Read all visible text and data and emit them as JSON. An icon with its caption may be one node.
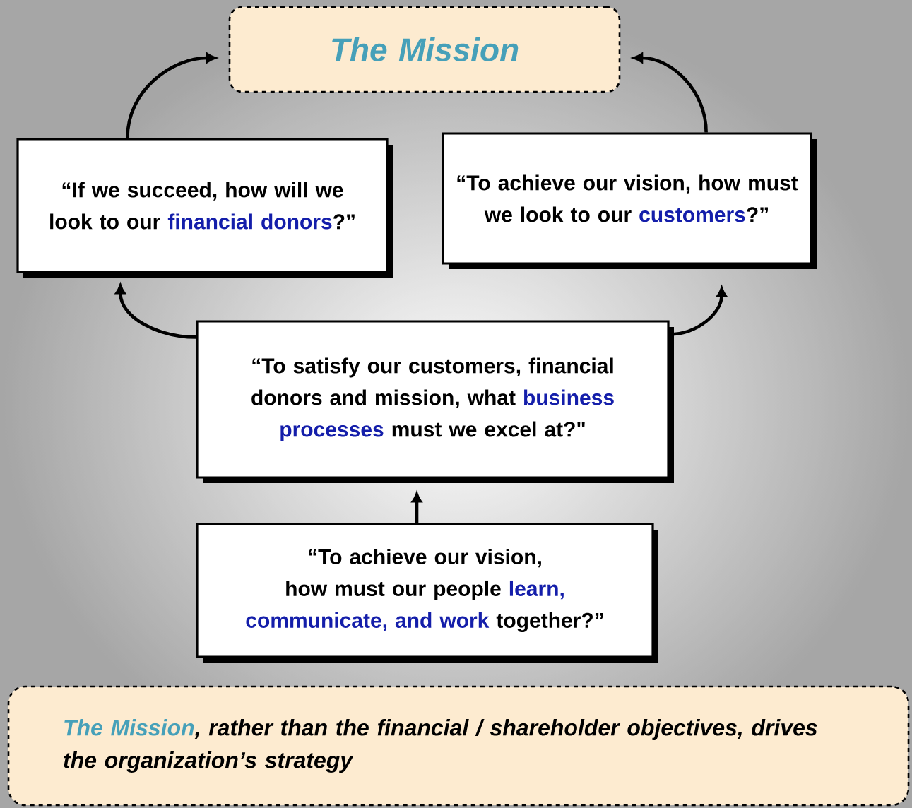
{
  "diagram": {
    "nodes": [
      {
        "text": [
          "The Mission"
        ]
      },
      {
        "text": [
          "“If we succeed, how will we look to our",
          "financial donors",
          "?”"
        ]
      },
      {
        "text": [
          "“To achieve our vision, how must we look to our",
          "customers",
          "?”"
        ]
      },
      {
        "text": [
          "“To satisfy our customers, financial donors and mission, what",
          "business processes",
          "must we excel at?\""
        ]
      },
      {
        "text": [
          "“To achieve our vision, how must our people",
          "learn, communicate, and work",
          "together?”"
        ]
      },
      {
        "text": [
          "The Mission",
          ", rather than the financial / shareholder objectives, drives the organization’s strategy"
        ]
      }
    ],
    "edges": [
      {
        "from": 1,
        "to": 0,
        "arrow": "to"
      },
      {
        "from": 2,
        "to": 0,
        "arrow": "to"
      },
      {
        "from": 3,
        "to": 1,
        "arrow": "to"
      },
      {
        "from": 3,
        "to": 2,
        "arrow": "to"
      },
      {
        "from": 4,
        "to": 3,
        "arrow": "to"
      }
    ]
  }
}
